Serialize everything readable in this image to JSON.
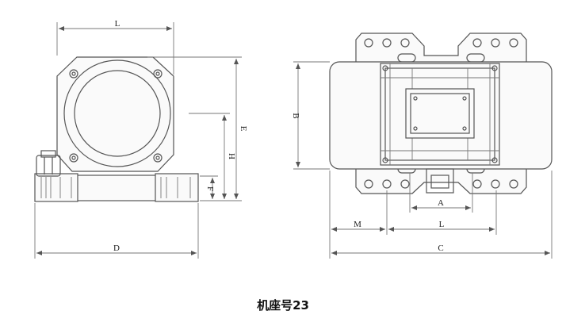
{
  "caption": "机座号23",
  "dimensions": {
    "L_top": "L",
    "E": "E",
    "H": "H",
    "F": "F",
    "D": "D",
    "B": "B",
    "A": "A",
    "M": "M",
    "L_bottom": "L",
    "C": "C"
  }
}
